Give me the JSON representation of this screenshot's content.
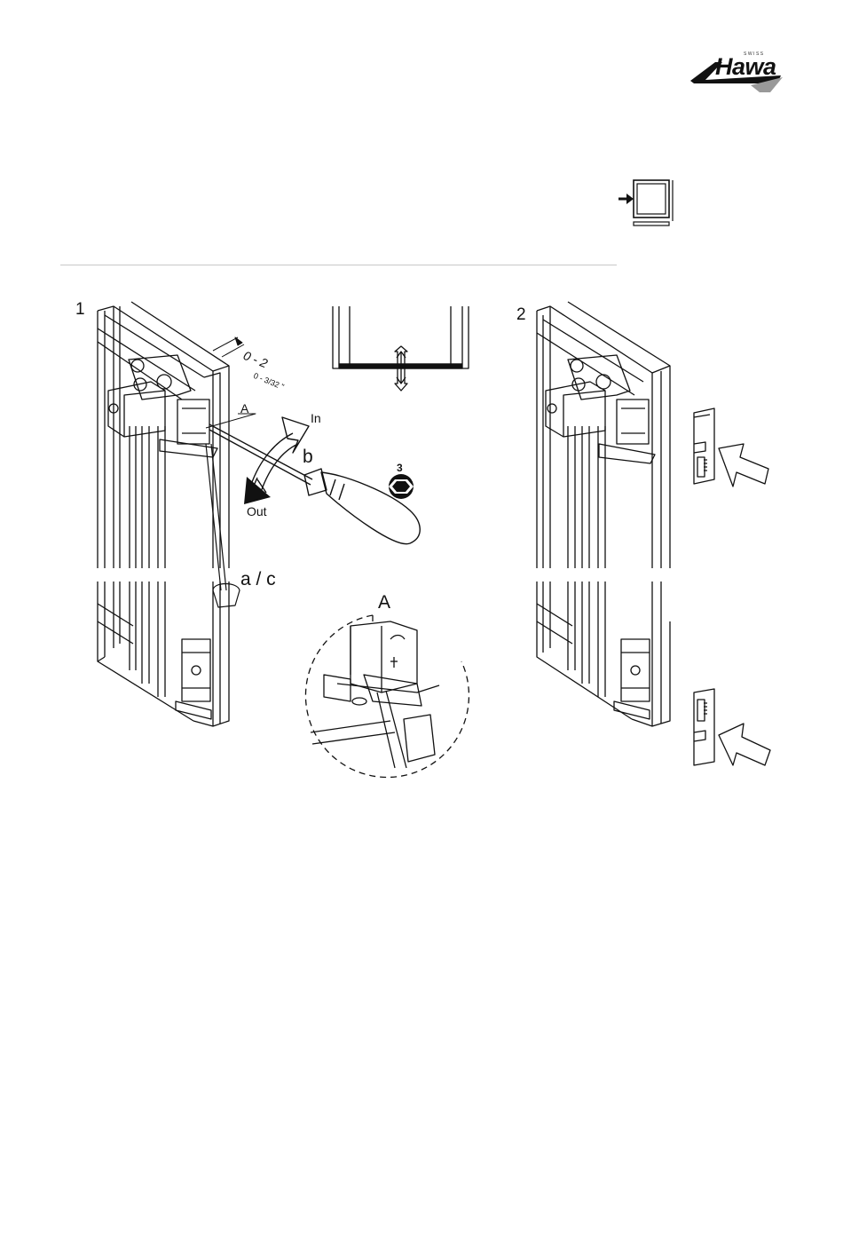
{
  "header": {
    "logo_word": "Hawa",
    "logo_small": "SWISS"
  },
  "figure1": {
    "step_number": "1",
    "dimension": "0 - 2",
    "dimension_imperial": "0 - 3/32 \"",
    "label_a_pointer": "A",
    "label_in": "In",
    "label_b": "b",
    "label_out": "Out",
    "label_ac": "a / c",
    "hex_size": "3",
    "detail_label": "A"
  },
  "figure2": {
    "step_number": "2"
  }
}
